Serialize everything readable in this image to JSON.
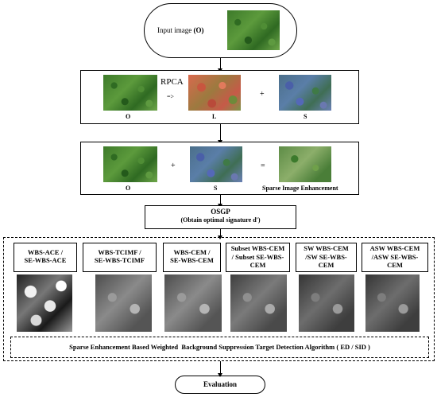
{
  "input": {
    "label": "Input image ",
    "label_bold": "(O)"
  },
  "rpca": {
    "title": "RPCA",
    "arrow": "=>",
    "plus": "+",
    "labels": [
      "O",
      "L",
      "S"
    ]
  },
  "enhance": {
    "plus": "+",
    "equals": "=",
    "labels": [
      "O",
      "S",
      "Sparse Image Enhancement"
    ]
  },
  "osgp": {
    "title": "OSGP",
    "subtitle_prefix": "(Obtain optimal signature ",
    "subtitle_sig": "d'",
    "subtitle_suffix": ")"
  },
  "algorithms": [
    {
      "line1": "WBS-ACE /",
      "line2": "SE-WBS-ACE"
    },
    {
      "line1": "WBS-TCIMF /",
      "line2": "SE-WBS-TCIMF"
    },
    {
      "line1": "WBS-CEM /",
      "line2": "SE-WBS-CEM"
    },
    {
      "line1": "Subset WBS-CEM",
      "line2": "/ Subset SE-WBS-",
      "line3": "CEM"
    },
    {
      "line1": "SW WBS-CEM",
      "line2": "/SW SE-WBS-",
      "line3": "CEM"
    },
    {
      "line1": "ASW WBS-CEM",
      "line2": "/ASW SE-WBS-",
      "line3": "CEM"
    }
  ],
  "footer_caption": "Sparse Enhancement Based Weighted  Background Suppression Target Detection Algorithm ( ED / SID )",
  "evaluation": "Evaluation"
}
